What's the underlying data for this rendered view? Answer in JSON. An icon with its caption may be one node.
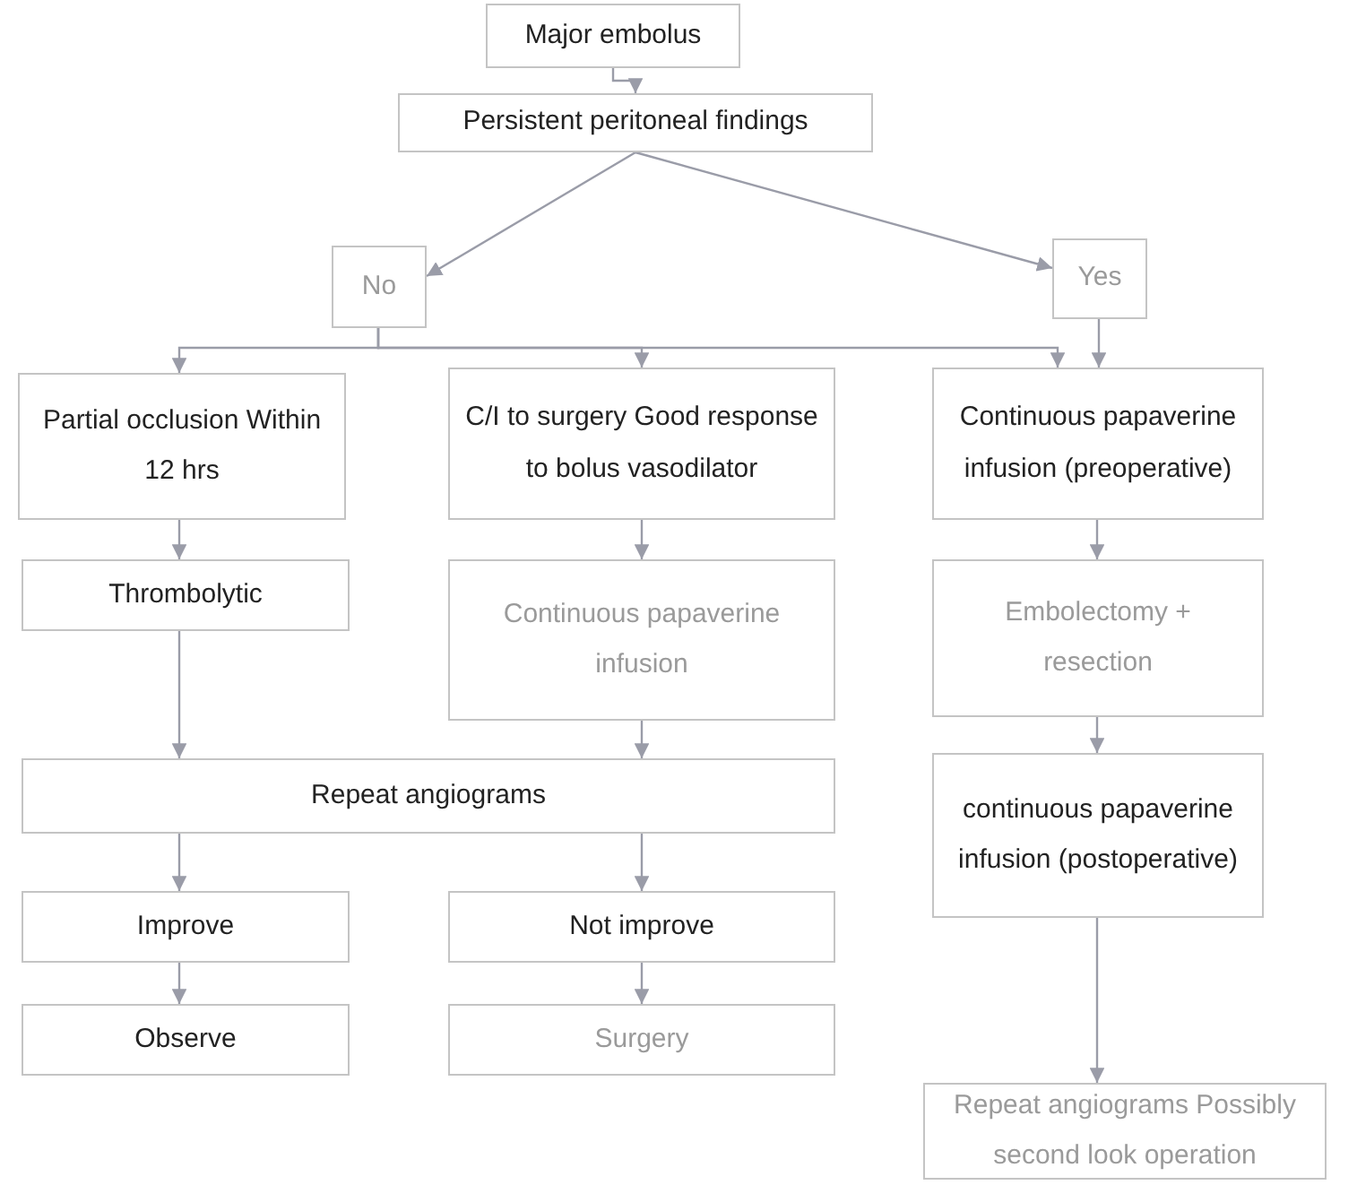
{
  "diagram": {
    "nodes": [
      {
        "text": [
          "Major embolus"
        ]
      },
      {
        "text": [
          "Persistent peritoneal findings"
        ]
      },
      {
        "text": [
          "No"
        ]
      },
      {
        "text": [
          "Yes"
        ]
      },
      {
        "text": [
          "Partial occlusion Within 12 hrs"
        ]
      },
      {
        "text": [
          "C/I to surgery Good response to bolus vasodilator"
        ]
      },
      {
        "text": [
          "Continuous papaverine infusion (preoperative)"
        ]
      },
      {
        "text": [
          "Thrombolytic"
        ]
      },
      {
        "text": [
          "Continuous papaverine infusion"
        ]
      },
      {
        "text": [
          "Embolectomy + resection"
        ]
      },
      {
        "text": [
          "Repeat angiograms"
        ]
      },
      {
        "text": [
          "continuous papaverine infusion (postoperative)"
        ]
      },
      {
        "text": [
          "Improve"
        ]
      },
      {
        "text": [
          "Not improve"
        ]
      },
      {
        "text": [
          "Observe"
        ]
      },
      {
        "text": [
          "Surgery"
        ]
      },
      {
        "text": [
          "Repeat angiograms Possibly second look operation"
        ]
      }
    ],
    "edges": [
      {
        "from": 0,
        "to": 1,
        "arrow": "to"
      },
      {
        "from": 1,
        "to": 2,
        "arrow": "to"
      },
      {
        "from": 1,
        "to": 3,
        "arrow": "to"
      },
      {
        "from": 2,
        "to": 4,
        "arrow": "to"
      },
      {
        "from": 2,
        "to": 5,
        "arrow": "to"
      },
      {
        "from": 2,
        "to": 6,
        "arrow": "to"
      },
      {
        "from": 3,
        "to": 6,
        "arrow": "to"
      },
      {
        "from": 4,
        "to": 7,
        "arrow": "to"
      },
      {
        "from": 7,
        "to": 10,
        "arrow": "to"
      },
      {
        "from": 5,
        "to": 8,
        "arrow": "to"
      },
      {
        "from": 8,
        "to": 10,
        "arrow": "to"
      },
      {
        "from": 6,
        "to": 9,
        "arrow": "to"
      },
      {
        "from": 9,
        "to": 11,
        "arrow": "to"
      },
      {
        "from": 10,
        "to": 12,
        "arrow": "to"
      },
      {
        "from": 10,
        "to": 13,
        "arrow": "to"
      },
      {
        "from": 12,
        "to": 14,
        "arrow": "to"
      },
      {
        "from": 13,
        "to": 15,
        "arrow": "to"
      },
      {
        "from": 11,
        "to": 16,
        "arrow": "to"
      }
    ]
  }
}
